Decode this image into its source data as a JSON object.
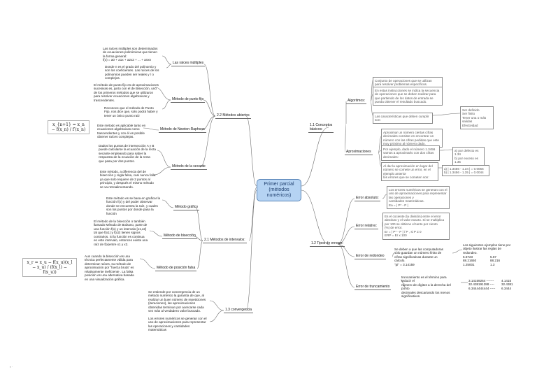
{
  "root": "Primer parcial\n(métodos\nnuméricos)",
  "branches": {
    "abiertos": {
      "label": "2.2 Métodos abiertos",
      "raices": {
        "label": "Las raíces múltiples",
        "text1": "Las raíces múltiples son determinados\nde ecuaciones polinómicas que tienen\nla forma general:\nf(x) = a0 + a1x + a2x2 + ... + anxn",
        "text2": "Donde n es el grado del polinomio y\nson los coeficientes. Las raíces de los\npolinomios pueden ser reales y / o\ncomplejos."
      },
      "punto_fijo": {
        "label": "Método de punto fijo",
        "text1": "El método de punto fijo es de aproximaciones\nsucesivas es, junto con el de Bisección, uno\nde los primeros métodos que se utilizaron\npara resolver ecuaciones algebraicas y\ntrascendentes.",
        "text2": "Reconoce que el método de Punto\nFijo, nos dice que, solo podrá haber y\ntener un único punto raíz"
      },
      "newton": {
        "label": "Método de Newton-Raphson",
        "formula": "x_{n+1} = x_n − f(x_n) / f′(x_n)",
        "text": "Este método es aplicable tanto en\necuaciones algebraicas como\ntrascendentes y con él es posible\nobtener raíces complejas."
      },
      "secante": {
        "label": "Método de la secante",
        "text1": "Dados los puntos de intersección A y B\npuede calcularse la ecuación de la recta\nsecante  empleando para saber la\nrespuesta de la ecuación de la recta\nque pasa por dos puntos.",
        "text2": "Este método, a diferencia del de\nbisección y regla falsa, casi nunca falla\nya que solo requiere de 2 puntos al\nprincipio, y después el mismo método\nse va retroalimentando."
      }
    },
    "intervalos": {
      "label": "2.1 Métodos de intervalos:",
      "grafico": {
        "label": "Método gráfico",
        "text": "Este método es se basa en graficar la\nfunción f(x) y del poder observar\ndonde se encuentra la raíz, y cuales\nson los puntos por donde pasa la\nfunción"
      },
      "biseccion": {
        "label": "Método de bisección",
        "text": "El método de la bisección o también\nllamado Método de Bolzano, parte de\nuna función f(x) y un intervalo [x1,x2]\ntal que f(x1) y f(x2) tienen signos\ncontrarios. Si la función es continua\nen este intervalo, entonces existe una\nraíz de f(x)entre x1 y x2."
      },
      "falsa": {
        "label": "Método de posición falsa",
        "formula": "x_r = x_u − f(x_u)(x_l − x_u) / (f(x_l) − f(x_u))",
        "text": "Aun cuando la bisección es una\ntécnica perfectamente válida para\ndeterminar raíces, su método de\naproximación por \"fuerza bruta\" es\nrelativamente ineficiente . La falsa\nposición es una alternativa basada\nen una visualización gráfica."
      }
    },
    "convergencia": {
      "label": "1.3 convergencia",
      "text1": "Se entiende por convergencia de un\nmétodo numérico la garantía de que, al\nrealizar un buen número de repeticiones\n(iteraciones), las aproximaciones\nobtenidas terminan por acercarse cada\nvez más al verdadero valor buscado.",
      "text2": "Los errores numéricos se generan con el\nuso de aproximaciones para representar\nlas operaciones y cantidades\nmatemáticas"
    },
    "conceptos": {
      "label": "1.1 Conceptos\nbásicos:",
      "algoritmos": {
        "label": "Algoritmos:",
        "t1": "Conjunto de operaciones que se utilizan\npara resolver problemas específicos.",
        "t2": "En estas instrucciones se indica la secuencia\nde operaciones que se deben realizar para\nque partiendo de los datos de entrada se\npueda obtener el resultado buscado.",
        "t3": "Las características que deben cumplir son:",
        "t4": "Ser definido\nSer finito\nTener una o más salidas\nEfectividad"
      },
      "aproximaciones": {
        "label": "Aproximaciones",
        "t1": "Aproximar un número ciertas cifras\ndecimales consiste en encontrar un\nnúmero con las cifras pedidas que este\nmuy próximo al número dado.",
        "t2": "Por ejemplo, dado el número 1.3456\nvamos a aproximarlo con dos cifras\ndecimales:",
        "t3": "a) por defecto es 1.34\nb) por exceso es 1.35",
        "t4": "Al dar la aproximación en lugar del\nnúmero se comete un error, en el\nejemplo  anterior\nlos errores que se cometen son:",
        "t5": "a) | 1.3456 - 1.34 | = 0.0056\nb) | 1.3456 - 1.35 | = 0.0044"
      }
    },
    "errores": {
      "label": "1.2 Tipos de errores:",
      "absoluto": {
        "label": "Error absoluto:",
        "text": "Los errores numéricos se generan con el\nuso de aproximaciones para representar\nlas operaciones y\ncantidades  matemáticas.\nEa = | P* - P |"
      },
      "relativo": {
        "label": "Error relativo:",
        "text": "Es el cociente (la división) entre el error\nabsoluto y el valor exacto. Si se multiplica\npor 100 se obtiene el tanto por ciento\n(%) de error.\nEr = | P* - P | / P ,  si P ≠ 0\nERP = Er x 100"
      },
      "redondeo": {
        "label": "Error de redondeo",
        "text": "Se deben a que las computadoras\nsólo guardan un número finito de\ncifras significativas durante un\ncálculo.\n\"pi\" = 3.14159",
        "ex_title": "Los siguientes ejemplos tiene por\nobjeto ilustrar las reglas de\nredondeo.",
        "ex_left": "5.6723\n88.21650\n1.25001",
        "ex_right": "5.67\n88.216\n1.3"
      },
      "truncamiento": {
        "label": "Error de truncamiento",
        "text": "truncamiento es el término para\nreducir el\nnúmero de dígitos a la derecha del\npunto\ndecimales descartando los menos\nsignificativos.",
        "ex_left": "3.14159264 -------\n32.438191288 ----\n6.3444444444 -----",
        "ex_right": "4.1415\n32.4381\n6.3444"
      }
    }
  },
  "footer_mark": "▪ ·"
}
